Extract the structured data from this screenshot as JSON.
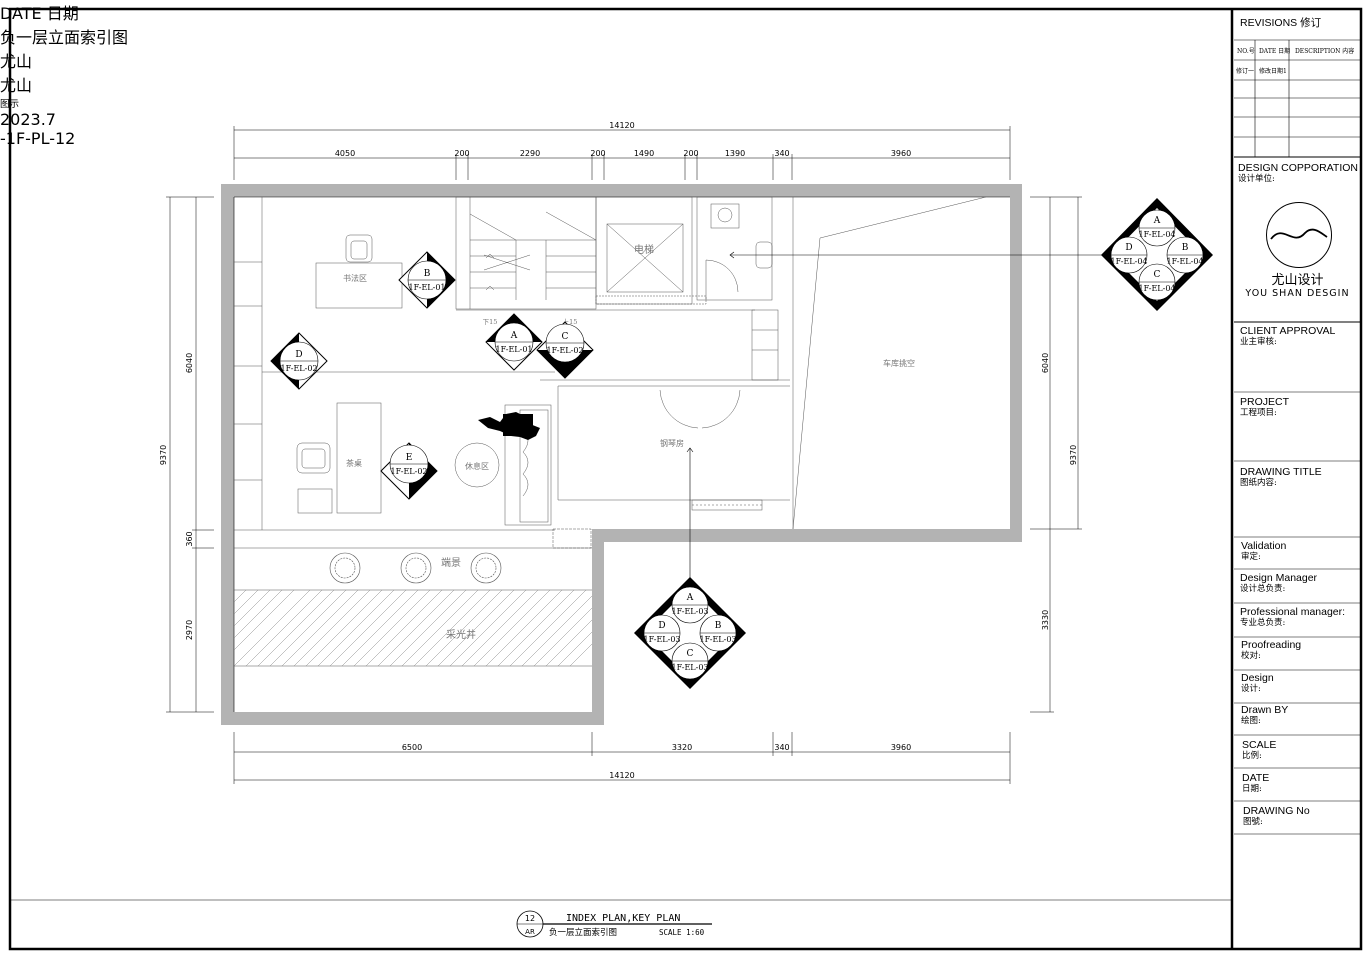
{
  "dimensions": {
    "total": "14120",
    "top": [
      "4050",
      "200",
      "2290",
      "200",
      "1490",
      "200",
      "1390",
      "340",
      "3960"
    ],
    "bottom": [
      "6500",
      "3320",
      "340",
      "3960"
    ],
    "left_side": [
      "6040",
      "9370",
      "360",
      "2970"
    ],
    "right_side": [
      "6040",
      "9370",
      "3330"
    ]
  },
  "rooms": {
    "study": "书法区",
    "elevator": "电梯",
    "tea": "茶桌",
    "rest": "休息区",
    "piano": "钢琴房",
    "garage": "车库挑空",
    "landscape": "端景",
    "lightwell": "采光井",
    "down": "下15",
    "up": "上15"
  },
  "markers": {
    "m_b": {
      "letter": "B",
      "code": "1F-EL-01"
    },
    "m_d": {
      "letter": "D",
      "code": "1F-EL-02"
    },
    "m_a": {
      "letter": "A",
      "code": "1F-EL-01"
    },
    "m_c": {
      "letter": "C",
      "code": "1F-EL-02"
    },
    "m_e": {
      "letter": "E",
      "code": "1F-EL-02"
    },
    "cluster_right": {
      "a": "A",
      "b": "B",
      "c": "C",
      "d": "D",
      "code": "1F-EL-04"
    },
    "cluster_bottom": {
      "a": "A",
      "b": "B",
      "c": "C",
      "d": "D",
      "code": "1F-EL-03"
    }
  },
  "plan_title": {
    "number": "12",
    "sheet": "AR",
    "title": "INDEX PLAN,KEY PLAN",
    "subtitle": "负一层立面索引图",
    "scale": "SCALE 1:60"
  },
  "title_block": {
    "revisions": "REVISIONS 修订",
    "rev_headers": [
      "NO.号",
      "DATE 日期",
      "DESCRIPTION 内容"
    ],
    "rev_row1": [
      "修订一",
      "修改日期1"
    ],
    "design_corp": "DESIGN COPPORATION",
    "design_unit": "设计单位:",
    "company_cn": "尤山设计",
    "company_en": "YOU SHAN DESGIN",
    "client_approval": "CLIENT APPROVAL",
    "owner_review": "业主审核:",
    "date_label": "DATE  日期",
    "project": "PROJECT",
    "project_cn": "工程项目:",
    "drawing_title": "DRAWING TITLE",
    "drawing_title_cn": "图纸内容:",
    "drawing_title_value": "负一层立面索引图",
    "validation": "Validation",
    "validation_cn": "审定:",
    "design_manager": "Design Manager",
    "design_manager_cn": "设计总负责:",
    "design_manager_value": "尤山",
    "pro_manager": "Professional manager:",
    "pro_manager_cn": "专业总负责:",
    "proofreading": "Proofreading",
    "proofreading_cn": "校对:",
    "design": "Design",
    "design_cn": "设计:",
    "design_value": "尤山",
    "drawn_by": "Drawn BY",
    "drawn_by_cn": "绘图:",
    "scale": "SCALE",
    "scale_cn": "比例:",
    "scale_value": "图示",
    "date": "DATE",
    "date_cn": "日期:",
    "date_value": "2023.7",
    "drawing_no": "DRAWING No",
    "drawing_no_cn": "图號:",
    "drawing_no_value": "-1F-PL-12"
  }
}
